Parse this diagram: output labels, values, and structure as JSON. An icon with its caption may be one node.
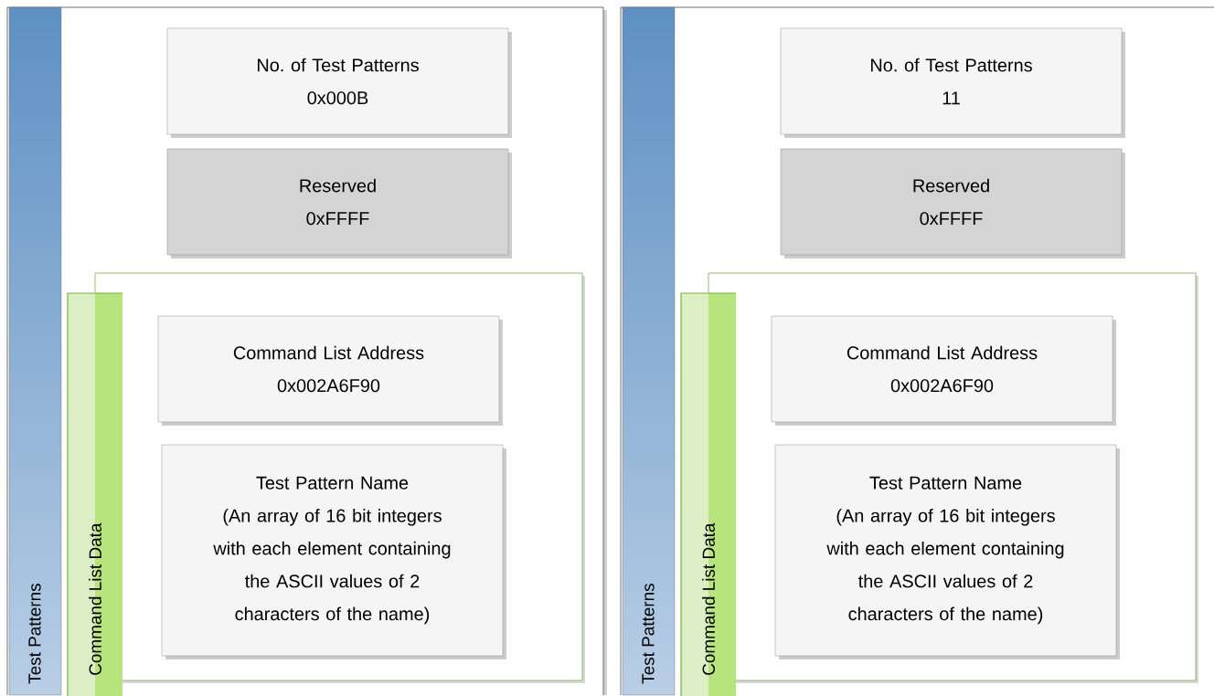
{
  "diagram": {
    "nodes": [
      {
        "text": [
          "Test Patterns"
        ]
      },
      {
        "text": [
          "No. of Test Patterns",
          "0x000B"
        ],
        "in": 0
      },
      {
        "text": [
          "Reserved",
          "0xFFFF"
        ],
        "in": 0
      },
      {
        "text": [
          "Command List Data"
        ],
        "in": 0
      },
      {
        "text": [
          "Command List Address",
          "0x002A6F90"
        ],
        "in": 3
      },
      {
        "text": [
          "Test Pattern Name",
          "(An array of 16 bit integers with each element containing the ASCII values of 2 characters of the name)"
        ],
        "in": 3
      },
      {
        "text": [
          "Test Patterns"
        ]
      },
      {
        "text": [
          "No. of Test Patterns",
          "11"
        ],
        "in": 6
      },
      {
        "text": [
          "Reserved",
          "0xFFFF"
        ],
        "in": 6
      },
      {
        "text": [
          "Command List Data"
        ],
        "in": 6
      },
      {
        "text": [
          "Command List Address",
          "0x002A6F90"
        ],
        "in": 9
      },
      {
        "text": [
          "Test Pattern Name",
          "(An array of 16 bit integers with each element containing the ASCII values of 2 characters of the name)"
        ],
        "in": 9
      }
    ],
    "edges": []
  }
}
